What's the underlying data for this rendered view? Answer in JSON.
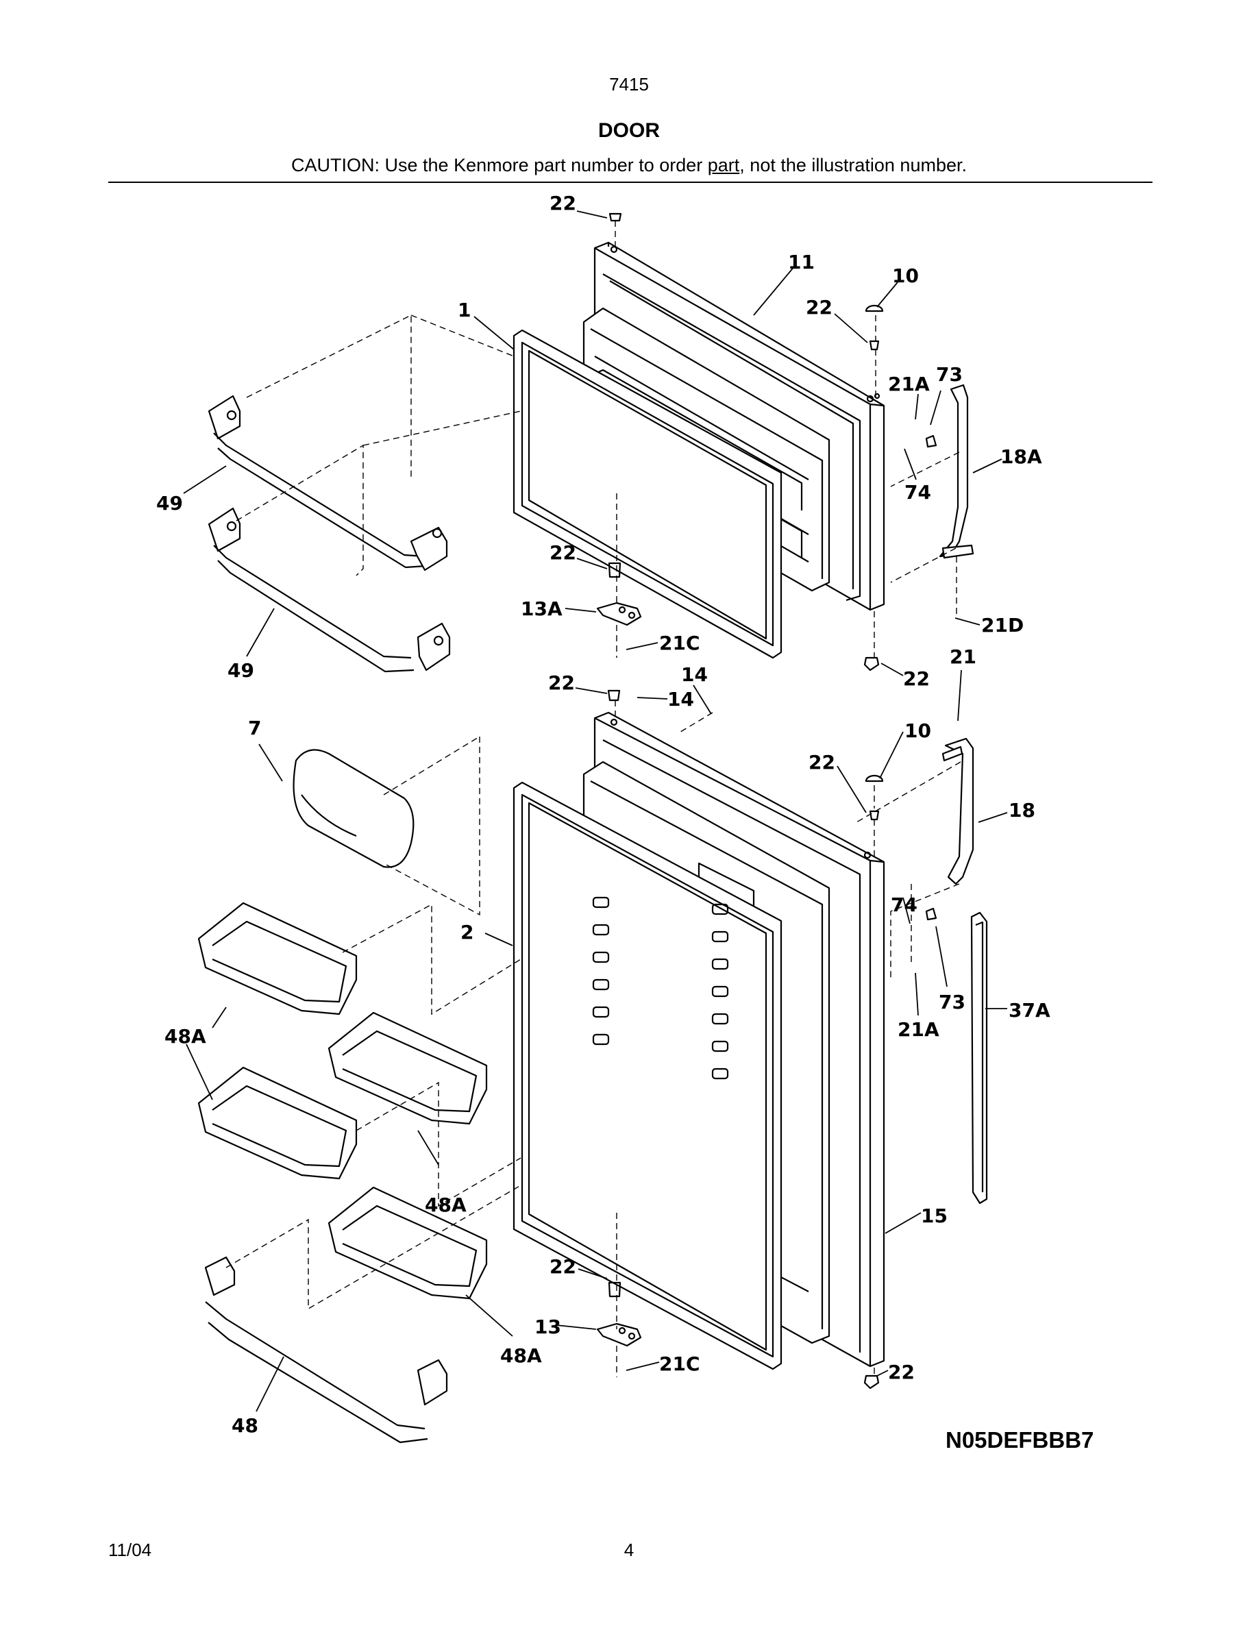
{
  "header": {
    "model": "7415",
    "title": "DOOR",
    "caution_before": "CAUTION: Use the Kenmore part number to order ",
    "caution_link": "part",
    "caution_after": ", not the illustration number."
  },
  "diagram": {
    "code": "N05DEFBBB7",
    "labels": {
      "p22a": "22",
      "p11": "11",
      "p10a": "10",
      "p1": "1",
      "p22b": "22",
      "p21Aa": "21A",
      "p73a": "73",
      "p18A": "18A",
      "p74a": "74",
      "p49a": "49",
      "p22c": "22",
      "p49b": "49",
      "p13A": "13A",
      "p21Ca": "21C",
      "p21D": "21D",
      "p21": "21",
      "p22d": "22",
      "p22e": "22",
      "p14a": "14",
      "p14b": "14",
      "p7": "7",
      "p10b": "10",
      "p22f": "22",
      "p18": "18",
      "p2": "2",
      "p74b": "74",
      "p73b": "73",
      "p21Ab": "21A",
      "p37A": "37A",
      "p48Aa": "48A",
      "p48Ab": "48A",
      "p15": "15",
      "p22g": "22",
      "p13": "13",
      "p48Ac": "48A",
      "p21Cb": "21C",
      "p22h": "22",
      "p48": "48"
    }
  },
  "footer": {
    "date": "11/04",
    "page": "4"
  }
}
